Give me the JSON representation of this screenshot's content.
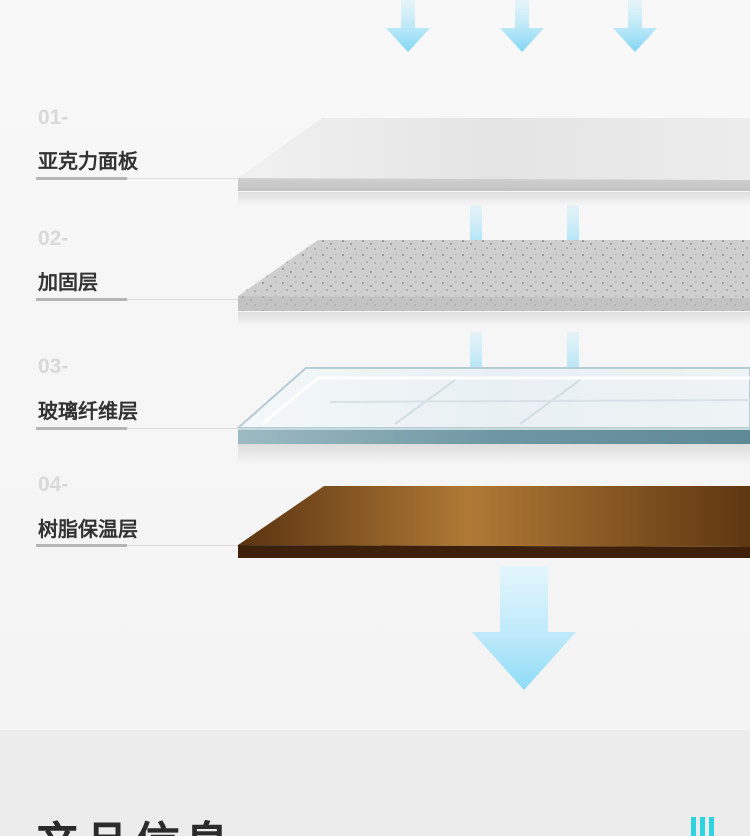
{
  "layers": [
    {
      "number": "01-",
      "name": "亚克力面板"
    },
    {
      "number": "02-",
      "name": "加固层"
    },
    {
      "number": "03-",
      "name": "玻璃纤维层"
    },
    {
      "number": "04-",
      "name": "树脂保温层"
    }
  ],
  "section": {
    "title": "产品信息"
  },
  "colors": {
    "arrow": "#8fdcf6",
    "accent": "#2ed3e0",
    "resin": "#9a6328"
  }
}
